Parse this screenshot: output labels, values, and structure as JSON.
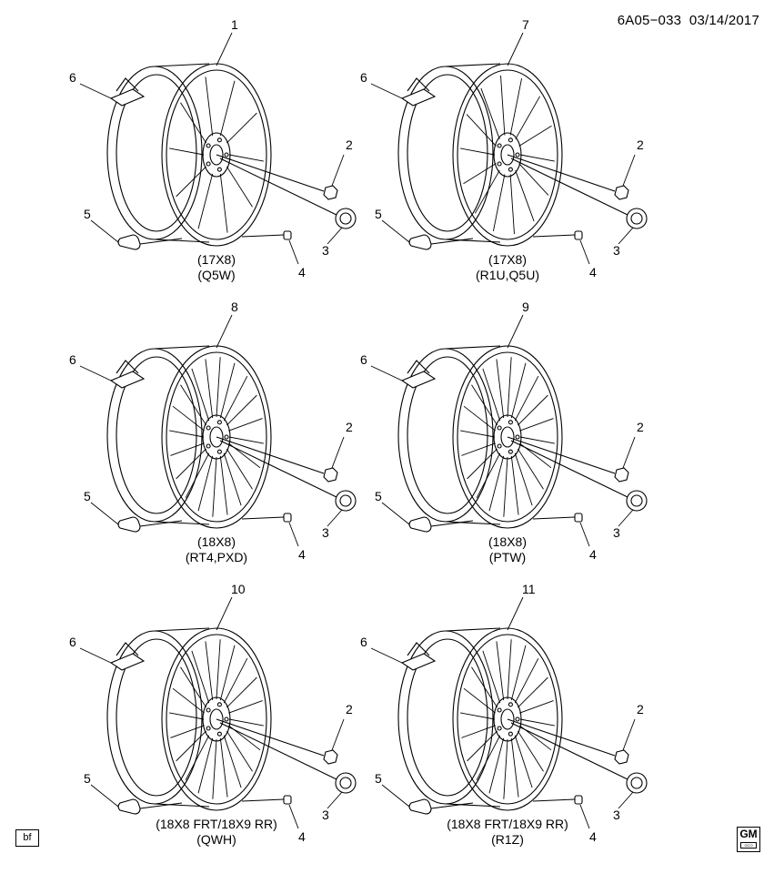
{
  "header": {
    "code": "6A05−033",
    "date": "03/14/2017"
  },
  "panels": [
    {
      "part": "1",
      "callouts": [
        "6",
        "5",
        "2",
        "3",
        "4"
      ],
      "size": "(17X8)",
      "rpo": "(Q5W)"
    },
    {
      "part": "7",
      "callouts": [
        "6",
        "5",
        "2",
        "3",
        "4"
      ],
      "size": "(17X8)",
      "rpo": "(R1U,Q5U)"
    },
    {
      "part": "8",
      "callouts": [
        "6",
        "5",
        "2",
        "3",
        "4"
      ],
      "size": "(18X8)",
      "rpo": "(RT4,PXD)"
    },
    {
      "part": "9",
      "callouts": [
        "6",
        "5",
        "2",
        "3",
        "4"
      ],
      "size": "(18X8)",
      "rpo": "(PTW)"
    },
    {
      "part": "10",
      "callouts": [
        "6",
        "5",
        "2",
        "3",
        "4"
      ],
      "size": "(18X8 FRT/18X9 RR)",
      "rpo": "(QWH)"
    },
    {
      "part": "11",
      "callouts": [
        "6",
        "5",
        "2",
        "3",
        "4"
      ],
      "size": "(18X8 FRT/18X9 RR)",
      "rpo": "(R1Z)"
    }
  ],
  "footer": {
    "corner_tag": "bf",
    "logo_text": "GM",
    "logo_subtext": "GCO"
  },
  "icons": {
    "wheel": "alloy-wheel-icon",
    "label": "wheel-label-icon",
    "tpms": "tire-pressure-sensor-icon",
    "nut": "wheel-nut-icon",
    "cap": "center-cap-icon",
    "valve_cap": "valve-cap-icon"
  }
}
